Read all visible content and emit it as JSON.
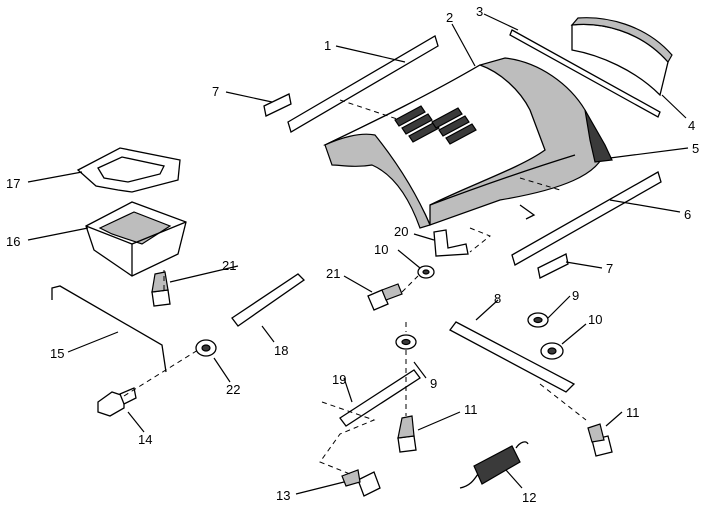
{
  "callouts": [
    {
      "id": "c1",
      "text": "1"
    },
    {
      "id": "c2",
      "text": "2"
    },
    {
      "id": "c3",
      "text": "3"
    },
    {
      "id": "c4",
      "text": "4"
    },
    {
      "id": "c5",
      "text": "5"
    },
    {
      "id": "c6",
      "text": "6"
    },
    {
      "id": "c7a",
      "text": "7"
    },
    {
      "id": "c7b",
      "text": "7"
    },
    {
      "id": "c8",
      "text": "8"
    },
    {
      "id": "c9a",
      "text": "9"
    },
    {
      "id": "c9b",
      "text": "9"
    },
    {
      "id": "c10a",
      "text": "10"
    },
    {
      "id": "c10b",
      "text": "10"
    },
    {
      "id": "c11a",
      "text": "11"
    },
    {
      "id": "c11b",
      "text": "11"
    },
    {
      "id": "c12",
      "text": "12"
    },
    {
      "id": "c13",
      "text": "13"
    },
    {
      "id": "c14",
      "text": "14"
    },
    {
      "id": "c15",
      "text": "15"
    },
    {
      "id": "c16",
      "text": "16"
    },
    {
      "id": "c17",
      "text": "17"
    },
    {
      "id": "c18",
      "text": "18"
    },
    {
      "id": "c19",
      "text": "19"
    },
    {
      "id": "c20",
      "text": "20"
    },
    {
      "id": "c21a",
      "text": "21"
    },
    {
      "id": "c21b",
      "text": "21"
    },
    {
      "id": "c22",
      "text": "22"
    }
  ]
}
